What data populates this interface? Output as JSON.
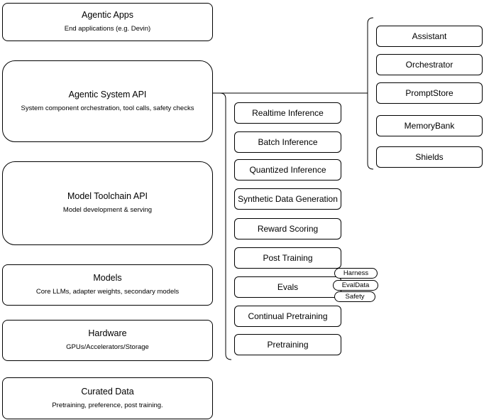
{
  "diagram": {
    "left_stack": [
      {
        "title": "Agentic Apps",
        "subtitle": "End applications (e.g. Devin)"
      },
      {
        "title": "Agentic System API",
        "subtitle": "System component orchestration, tool calls, safety checks"
      },
      {
        "title": "Model Toolchain API",
        "subtitle": "Model development & serving"
      },
      {
        "title": "Models",
        "subtitle": "Core LLMs, adapter weights, secondary models"
      },
      {
        "title": "Hardware",
        "subtitle": "GPUs/Accelerators/Storage"
      },
      {
        "title": "Curated Data",
        "subtitle": "Pretraining, preference, post training."
      }
    ],
    "toolchain_components": [
      "Realtime Inference",
      "Batch Inference",
      "Quantized Inference",
      "Synthetic Data Generation",
      "Reward Scoring",
      "Post Training",
      "Evals",
      "Continual Pretraining",
      "Pretraining"
    ],
    "eval_tags": [
      "Harness",
      "EvalData",
      "Safety"
    ],
    "agentic_components": [
      "Assistant",
      "Orchestrator",
      "PromptStore",
      "MemoryBank",
      "Shields"
    ],
    "colors": {
      "border": "#000000",
      "background": "#ffffff",
      "text": "#000000"
    }
  }
}
